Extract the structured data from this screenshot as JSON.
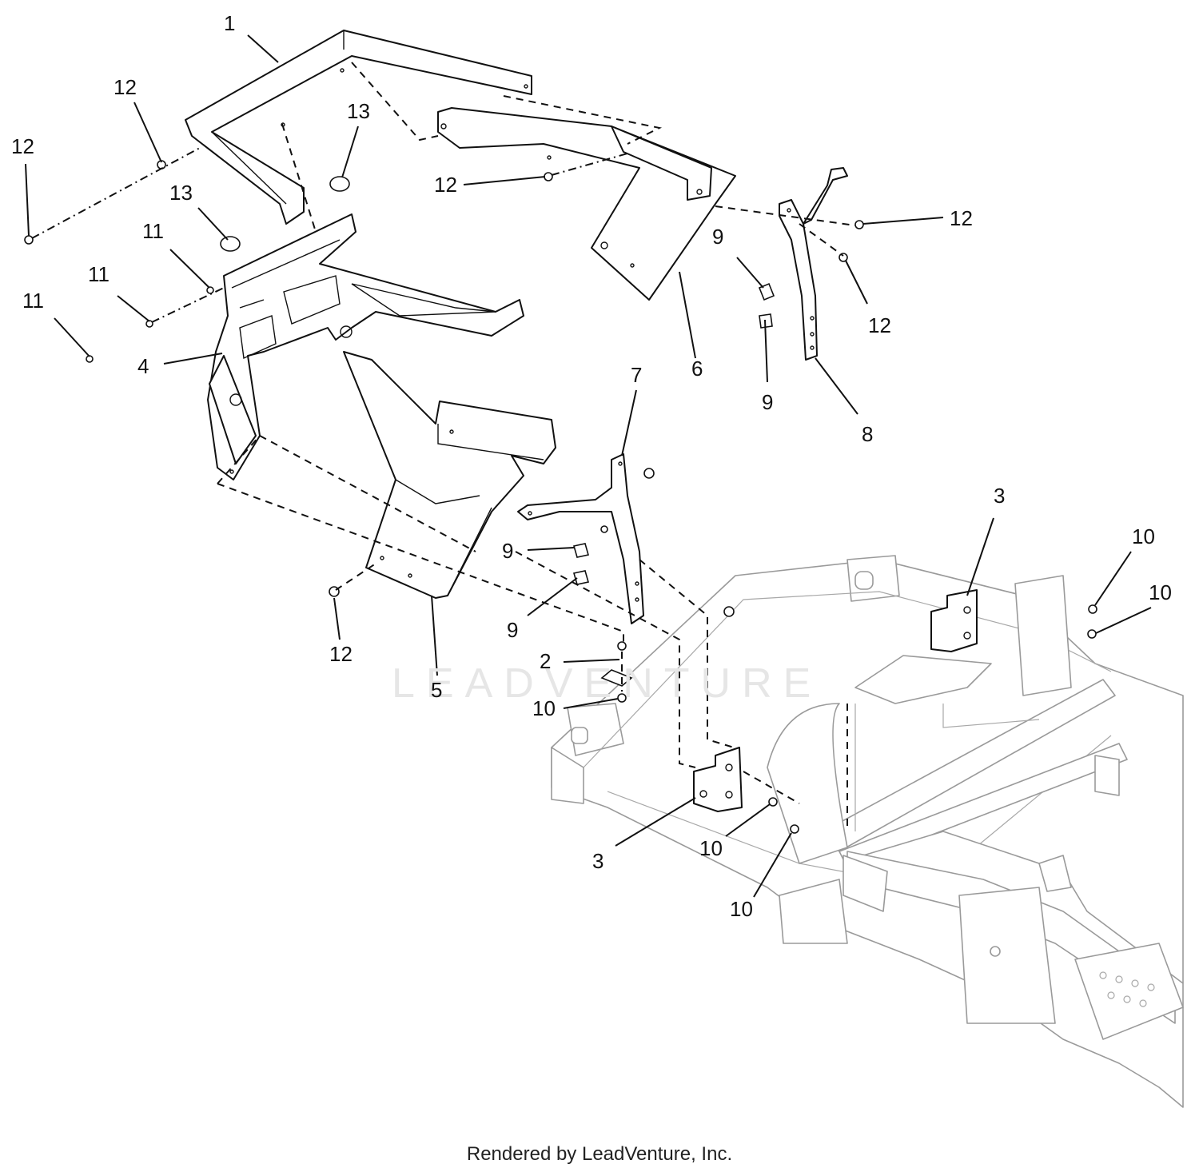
{
  "watermark": "LEADVENTURE",
  "footer": "Rendered by LeadVenture, Inc.",
  "callouts": [
    {
      "id": "c-1",
      "label": "1"
    },
    {
      "id": "c-12a",
      "label": "12"
    },
    {
      "id": "c-12b",
      "label": "12"
    },
    {
      "id": "c-13a",
      "label": "13"
    },
    {
      "id": "c-13b",
      "label": "13"
    },
    {
      "id": "c-11a",
      "label": "11"
    },
    {
      "id": "c-11b",
      "label": "11"
    },
    {
      "id": "c-11c",
      "label": "11"
    },
    {
      "id": "c-12c",
      "label": "12"
    },
    {
      "id": "c-12d",
      "label": "12"
    },
    {
      "id": "c-12e",
      "label": "12"
    },
    {
      "id": "c-9a",
      "label": "9"
    },
    {
      "id": "c-9b",
      "label": "9"
    },
    {
      "id": "c-4",
      "label": "4"
    },
    {
      "id": "c-6",
      "label": "6"
    },
    {
      "id": "c-8",
      "label": "8"
    },
    {
      "id": "c-7",
      "label": "7"
    },
    {
      "id": "c-3a",
      "label": "3"
    },
    {
      "id": "c-10a",
      "label": "10"
    },
    {
      "id": "c-10b",
      "label": "10"
    },
    {
      "id": "c-9c",
      "label": "9"
    },
    {
      "id": "c-9d",
      "label": "9"
    },
    {
      "id": "c-12f",
      "label": "12"
    },
    {
      "id": "c-2",
      "label": "2"
    },
    {
      "id": "c-5",
      "label": "5"
    },
    {
      "id": "c-10c",
      "label": "10"
    },
    {
      "id": "c-3b",
      "label": "3"
    },
    {
      "id": "c-10d",
      "label": "10"
    },
    {
      "id": "c-10e",
      "label": "10"
    }
  ]
}
